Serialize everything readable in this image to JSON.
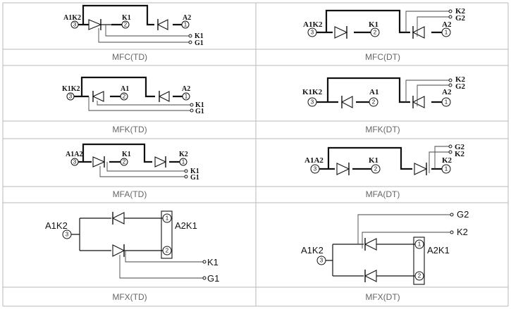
{
  "panels": [
    {
      "caption": "MFC(TD)",
      "labels": {
        "a": "A1K2",
        "b": "K1",
        "c": "A2",
        "d": "K1",
        "e": "G1"
      },
      "pins": {
        "p1": "3",
        "p2": "2",
        "p3": "1"
      }
    },
    {
      "caption": "MFC(DT)",
      "labels": {
        "a": "A1K2",
        "b": "K1",
        "c": "A2",
        "d": "K2",
        "e": "G2"
      },
      "pins": {
        "p1": "3",
        "p2": "2",
        "p3": "1"
      }
    },
    {
      "caption": "MFK(TD)",
      "labels": {
        "a": "K1K2",
        "b": "A1",
        "c": "A2",
        "d": "K1",
        "e": "G1"
      },
      "pins": {
        "p1": "3",
        "p2": "2",
        "p3": "1"
      }
    },
    {
      "caption": "MFK(DT)",
      "labels": {
        "a": "K1K2",
        "b": "A1",
        "c": "A2",
        "d": "K2",
        "e": "G2"
      },
      "pins": {
        "p1": "3",
        "p2": "2",
        "p3": "1"
      }
    },
    {
      "caption": "MFA(TD)",
      "labels": {
        "a": "A1A2",
        "b": "K1",
        "c": "K2",
        "d": "K1",
        "e": "G1"
      },
      "pins": {
        "p1": "3",
        "p2": "2",
        "p3": "1"
      }
    },
    {
      "caption": "MFA(DT)",
      "labels": {
        "a": "A1A2",
        "b": "K1",
        "c": "K2",
        "d": "G2",
        "e": "K2"
      },
      "pins": {
        "p1": "3",
        "p2": "2",
        "p3": "1"
      }
    },
    {
      "caption": "MFX(TD)",
      "labels": {
        "a": "A1K2",
        "b": "A2K1",
        "d": "K1",
        "e": "G1"
      },
      "pins": {
        "p1": "3",
        "p2": "1",
        "p3": "2"
      }
    },
    {
      "caption": "MFX(DT)",
      "labels": {
        "a": "A1K2",
        "b": "A2K1",
        "d": "G2",
        "e": "K2"
      },
      "pins": {
        "p1": "3",
        "p2": "1",
        "p3": "2"
      }
    }
  ]
}
